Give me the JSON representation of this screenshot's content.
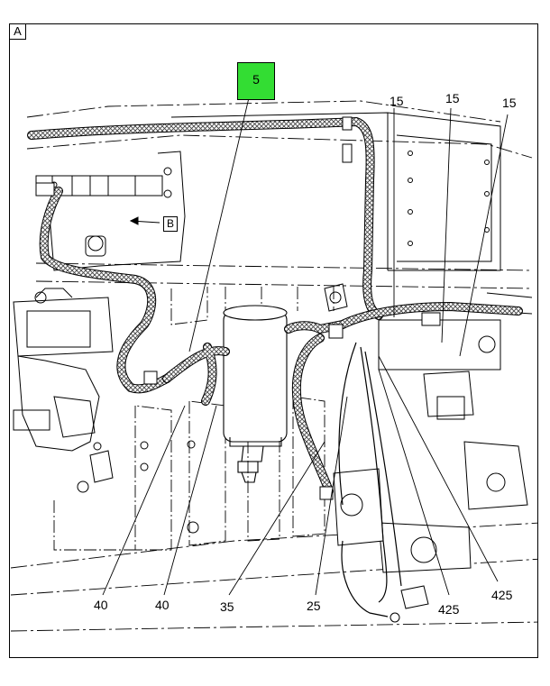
{
  "view_label": "A",
  "highlight": {
    "number": "5",
    "color": "#33dd33"
  },
  "reference_view": "B",
  "callouts": {
    "c15a": "15",
    "c15b": "15",
    "c15c": "15",
    "c40a": "40",
    "c40b": "40",
    "c35": "35",
    "c25": "25",
    "c425a": "425",
    "c425b": "425"
  },
  "colors": {
    "line": "#000000",
    "hatch": "#555555",
    "highlight": "#33dd33"
  }
}
